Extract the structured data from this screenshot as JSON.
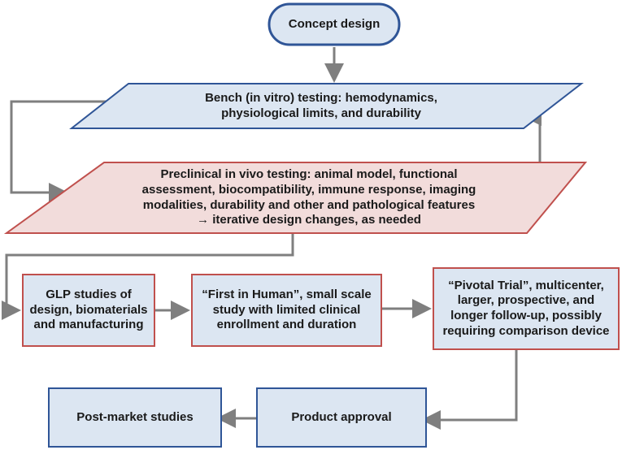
{
  "nodes": {
    "concept": {
      "lines": [
        "Concept design"
      ]
    },
    "bench": {
      "lines": [
        "Bench (in vitro) testing: hemodynamics,",
        "physiological limits, and durability"
      ]
    },
    "preclinical": {
      "lines": [
        "Preclinical in vivo testing: animal model, functional",
        "assessment, biocompatibility, immune response, imaging",
        "modalities, durability and other and pathological features",
        "→ iterative design changes, as needed"
      ]
    },
    "glp": {
      "lines": [
        "GLP studies of",
        "design, biomaterials",
        "and manufacturing"
      ]
    },
    "fih": {
      "lines": [
        "“First in Human”, small scale",
        "study with limited clinical",
        "enrollment and duration"
      ]
    },
    "pivotal": {
      "lines": [
        "“Pivotal Trial”, multicenter,",
        "larger, prospective, and",
        "longer follow-up, possibly",
        "requiring comparison device"
      ]
    },
    "approval": {
      "lines": [
        "Product approval"
      ]
    },
    "postmarket": {
      "lines": [
        "Post-market studies"
      ]
    }
  },
  "colors": {
    "blue_fill": "#dce6f2",
    "blue_stroke": "#2f5597",
    "red_fill": "#f2dcdb",
    "red_stroke": "#c0504d",
    "arrow": "#7f7f7f"
  }
}
